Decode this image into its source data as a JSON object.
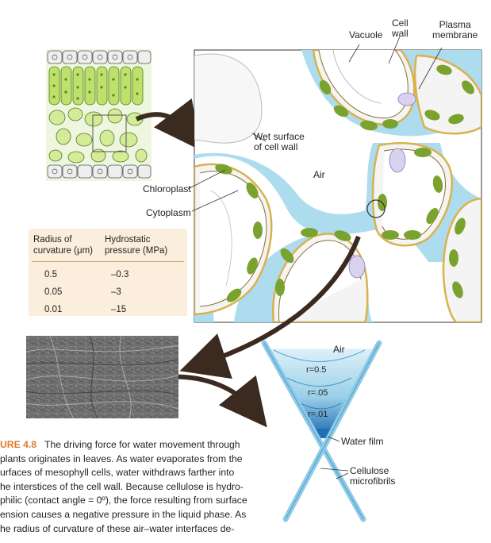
{
  "labels": {
    "vacuole": "Vacuole",
    "cell_wall": "Cell\nwall",
    "plasma_membrane": "Plasma\nmembrane",
    "wet_surface": "Wet surface\nof cell wall",
    "air_main": "Air",
    "chloroplast": "Chloroplast",
    "cytoplasm": "Cytoplasm",
    "air_pore": "Air",
    "water_film": "Water film",
    "cellulose_microfibrils": "Cellulose\nmicrofibrils"
  },
  "meniscus_labels": [
    "r=0.5",
    "r=.05",
    "r=.01"
  ],
  "table": {
    "col1_header": "Radius of\ncurvature (μm)",
    "col2_header": "Hydrostatic\npressure (MPa)",
    "rows": [
      {
        "radius": "0.5",
        "pressure": "–0.3"
      },
      {
        "radius": "0.05",
        "pressure": "–3"
      },
      {
        "radius": "0.01",
        "pressure": "–15"
      }
    ]
  },
  "caption": {
    "figure_label": "URE 4.8",
    "lines": [
      "The driving force for water movement through",
      "plants originates in leaves. As water evaporates from the",
      "urfaces of mesophyll cells, water withdraws farther into",
      "he interstices of the cell wall. Because cellulose is hydro-",
      "philic (contact angle = 0º), the force resulting from surface",
      "ension causes a negative pressure in the liquid phase. As",
      "he radius of curvature of these air–water interfaces de-"
    ]
  },
  "colors": {
    "water": "#aedcef",
    "cell_wall": "#e7cf86",
    "chloroplast": "#7aa22e",
    "nucleus": "#d9d2ee",
    "arrow": "#3b2a1f",
    "figure_accent": "#e07a2a"
  }
}
